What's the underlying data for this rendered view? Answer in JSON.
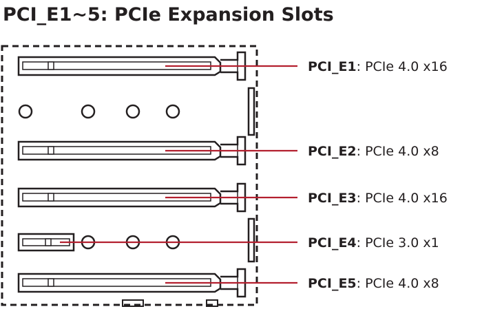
{
  "title": "PCI_E1~5: PCIe Expansion Slots",
  "colors": {
    "leader_line": "#b31f2e",
    "outline": "#231f20",
    "background": "#ffffff"
  },
  "slots": [
    {
      "name": "PCI_E1",
      "spec": ": PCIe 4.0 x16"
    },
    {
      "name": "PCI_E2",
      "spec": ": PCIe 4.0 x8"
    },
    {
      "name": "PCI_E3",
      "spec": ": PCIe 4.0 x16"
    },
    {
      "name": "PCI_E4",
      "spec": ": PCIe 3.0 x1"
    },
    {
      "name": "PCI_E5",
      "spec": ": PCIe 4.0 x8"
    }
  ]
}
